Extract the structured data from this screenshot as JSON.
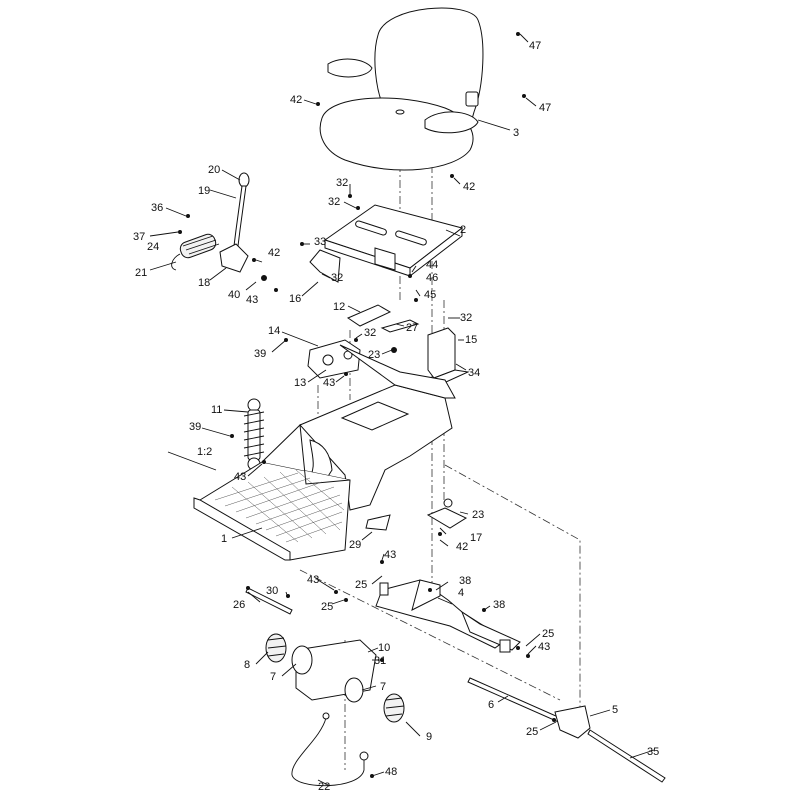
{
  "callouts": [
    {
      "id": "c47a",
      "text": "47"
    },
    {
      "id": "c42a",
      "text": "42"
    },
    {
      "id": "c47b",
      "text": "47"
    },
    {
      "id": "c3",
      "text": "3"
    },
    {
      "id": "c42b",
      "text": "42"
    },
    {
      "id": "c20",
      "text": "20"
    },
    {
      "id": "c19",
      "text": "19"
    },
    {
      "id": "c32a",
      "text": "32"
    },
    {
      "id": "c32b",
      "text": "32"
    },
    {
      "id": "c36",
      "text": "36"
    },
    {
      "id": "c2",
      "text": "2"
    },
    {
      "id": "c37",
      "text": "37"
    },
    {
      "id": "c24",
      "text": "24"
    },
    {
      "id": "c33",
      "text": "33"
    },
    {
      "id": "c42c",
      "text": "42"
    },
    {
      "id": "c44",
      "text": "44"
    },
    {
      "id": "c21",
      "text": "21"
    },
    {
      "id": "c32c",
      "text": "32"
    },
    {
      "id": "c46",
      "text": "46"
    },
    {
      "id": "c18",
      "text": "18"
    },
    {
      "id": "c40",
      "text": "40"
    },
    {
      "id": "c43a",
      "text": "43"
    },
    {
      "id": "c16",
      "text": "16"
    },
    {
      "id": "c45",
      "text": "45"
    },
    {
      "id": "c12",
      "text": "12"
    },
    {
      "id": "c27",
      "text": "27"
    },
    {
      "id": "c32d",
      "text": "32"
    },
    {
      "id": "c14",
      "text": "14"
    },
    {
      "id": "c32e",
      "text": "32"
    },
    {
      "id": "c15",
      "text": "15"
    },
    {
      "id": "c39a",
      "text": "39"
    },
    {
      "id": "c23a",
      "text": "23"
    },
    {
      "id": "c34",
      "text": "34"
    },
    {
      "id": "c13",
      "text": "13"
    },
    {
      "id": "c43b",
      "text": "43"
    },
    {
      "id": "c11",
      "text": "11"
    },
    {
      "id": "c39b",
      "text": "39"
    },
    {
      "id": "c12scale",
      "text": "1:2"
    },
    {
      "id": "c43c",
      "text": "43"
    },
    {
      "id": "c23b",
      "text": "23"
    },
    {
      "id": "c1",
      "text": "1"
    },
    {
      "id": "c17",
      "text": "17"
    },
    {
      "id": "c29",
      "text": "29"
    },
    {
      "id": "c42d",
      "text": "42"
    },
    {
      "id": "c43d",
      "text": "43"
    },
    {
      "id": "c43e",
      "text": "43"
    },
    {
      "id": "c38a",
      "text": "38"
    },
    {
      "id": "c25a",
      "text": "25"
    },
    {
      "id": "c4",
      "text": "4"
    },
    {
      "id": "c26",
      "text": "26"
    },
    {
      "id": "c30",
      "text": "30"
    },
    {
      "id": "c25b",
      "text": "25"
    },
    {
      "id": "c38b",
      "text": "38"
    },
    {
      "id": "c25c",
      "text": "25"
    },
    {
      "id": "c10",
      "text": "10"
    },
    {
      "id": "c43f",
      "text": "43"
    },
    {
      "id": "c8",
      "text": "8"
    },
    {
      "id": "c31",
      "text": "31"
    },
    {
      "id": "c7a",
      "text": "7"
    },
    {
      "id": "c7b",
      "text": "7"
    },
    {
      "id": "c6",
      "text": "6"
    },
    {
      "id": "c5",
      "text": "5"
    },
    {
      "id": "c25d",
      "text": "25"
    },
    {
      "id": "c9",
      "text": "9"
    },
    {
      "id": "c35",
      "text": "35"
    },
    {
      "id": "c48",
      "text": "48"
    },
    {
      "id": "c22",
      "text": "22"
    }
  ]
}
